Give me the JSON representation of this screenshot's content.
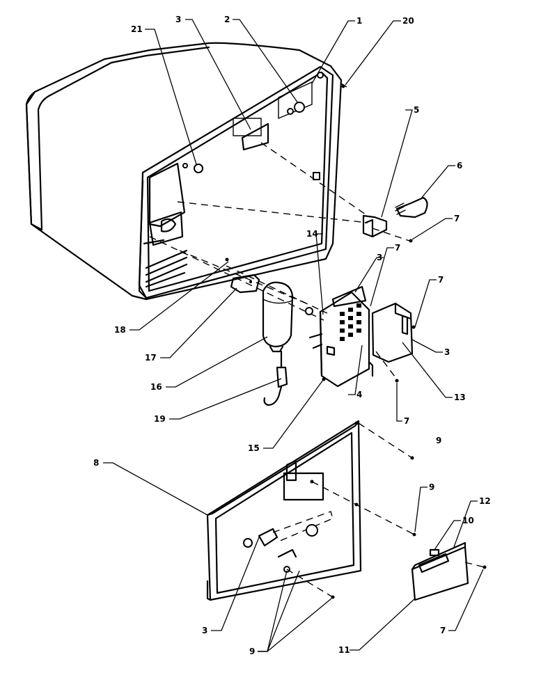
{
  "callouts": [
    "21",
    "3",
    "2",
    "1",
    "20",
    "5",
    "6",
    "7",
    "14",
    "3",
    "7",
    "7",
    "18",
    "17",
    "16",
    "19",
    "15",
    "4",
    "3",
    "13",
    "7",
    "8",
    "9",
    "9",
    "10",
    "12",
    "3",
    "9",
    "11",
    "7"
  ]
}
